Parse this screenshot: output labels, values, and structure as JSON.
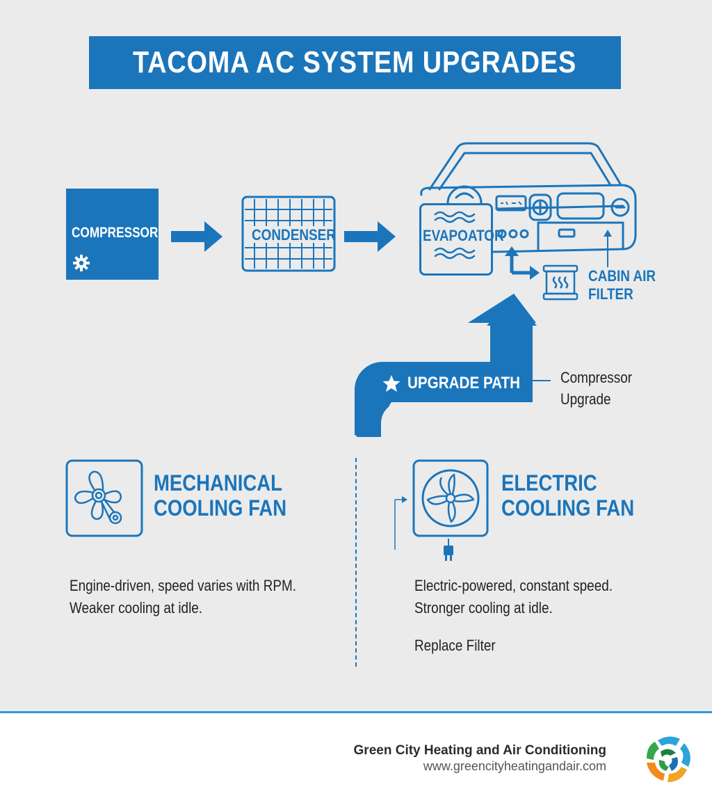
{
  "title": "TACOMA AC SYSTEM UPGRADES",
  "flow": {
    "compressor": "COMPRESSOR",
    "condenser": "CONDENSER",
    "evaporator": "EVAPOATOR",
    "cabin_filter_line1": "CABIN AIR",
    "cabin_filter_line2": "FILTER"
  },
  "upgrade": {
    "label": "UPGRADE PATH",
    "note_line1": "Compressor",
    "note_line2": "Upgrade"
  },
  "mechanical": {
    "title_line1": "MECHANICAL",
    "title_line2": "COOLING FAN",
    "desc_line1": "Engine-driven, speed varies with RPM.",
    "desc_line2": "Weaker cooling at idle."
  },
  "electric": {
    "title_line1": "ELECTRIC",
    "title_line2": "COOLING FAN",
    "desc_line1": "Electric-powered, constant speed.",
    "desc_line2": "Stronger cooling at idle.",
    "extra": "Replace Filter"
  },
  "footer": {
    "company": "Green City Heating and Air Conditioning",
    "url": "www.greencityheatingandair.com"
  },
  "colors": {
    "accent": "#1b75bb",
    "background": "#ebebeb",
    "footer_line": "#2a9bd6"
  }
}
